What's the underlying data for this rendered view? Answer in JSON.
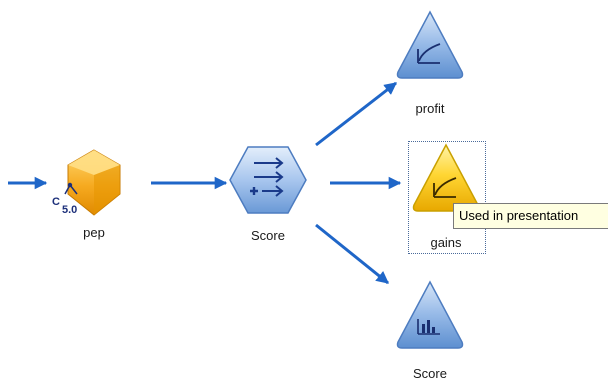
{
  "stream": {
    "nodes": [
      {
        "id": "pep",
        "label": "pep",
        "type": "C5.0 model nugget",
        "icon": "c50-model-icon",
        "color": "#f0a020"
      },
      {
        "id": "score-node",
        "label": "Score",
        "type": "score process node",
        "icon": "score-arrows-icon",
        "color": "#7aa7e0"
      },
      {
        "id": "profit",
        "label": "profit",
        "type": "evaluation graph output",
        "icon": "evaluation-curve-icon",
        "color": "#7aa7e0"
      },
      {
        "id": "gains",
        "label": "gains",
        "type": "evaluation graph output",
        "icon": "evaluation-curve-icon",
        "color": "#f5c518",
        "selected": true
      },
      {
        "id": "score-analysis",
        "label": "Score",
        "type": "analysis output",
        "icon": "bar-chart-icon",
        "color": "#7aa7e0"
      }
    ],
    "connections": [
      {
        "from": "input",
        "to": "pep"
      },
      {
        "from": "pep",
        "to": "score-node"
      },
      {
        "from": "score-node",
        "to": "profit"
      },
      {
        "from": "score-node",
        "to": "gains"
      },
      {
        "from": "score-node",
        "to": "score-analysis"
      }
    ],
    "connector_color": "#1f66c8"
  },
  "tooltip": {
    "text": "Used in presentation"
  },
  "model_badge": {
    "text": "5.0",
    "prefix": "C"
  }
}
